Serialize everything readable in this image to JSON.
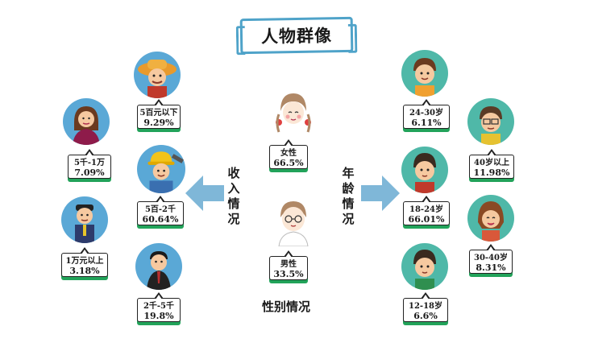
{
  "title": "人物群像",
  "colors": {
    "accent_blue": "#4fa3c9",
    "arrow_blue": "#7fb7d8",
    "bubble_green": "#22a35a"
  },
  "sections": {
    "income": {
      "heading": "收入情况"
    },
    "gender": {
      "heading": "性别情况"
    },
    "age": {
      "heading": "年龄情况"
    }
  },
  "income_items": [
    {
      "label": "5百元以下",
      "value": "9.29%",
      "icon": "farmer-avatar-icon"
    },
    {
      "label": "5千-1万",
      "value": "7.09%",
      "icon": "businesswoman-avatar-icon"
    },
    {
      "label": "5百-2千",
      "value": "60.64%",
      "icon": "construction-worker-avatar-icon"
    },
    {
      "label": "1万元以上",
      "value": "3.18%",
      "icon": "businessman-avatar-icon"
    },
    {
      "label": "2千-5千",
      "value": "19.8%",
      "icon": "office-worker-avatar-icon"
    }
  ],
  "gender_items": [
    {
      "label": "女性",
      "value": "66.5%",
      "icon": "female-avatar-icon"
    },
    {
      "label": "男性",
      "value": "33.5%",
      "icon": "male-avatar-icon"
    }
  ],
  "age_items": [
    {
      "label": "24-30岁",
      "value": "6.11%",
      "icon": "young-adult-avatar-icon"
    },
    {
      "label": "40岁以上",
      "value": "11.98%",
      "icon": "older-man-avatar-icon"
    },
    {
      "label": "18-24岁",
      "value": "66.01%",
      "icon": "young-man-avatar-icon"
    },
    {
      "label": "30-40岁",
      "value": "8.31%",
      "icon": "woman-avatar-icon"
    },
    {
      "label": "12-18岁",
      "value": "6.6%",
      "icon": "teen-avatar-icon"
    }
  ]
}
